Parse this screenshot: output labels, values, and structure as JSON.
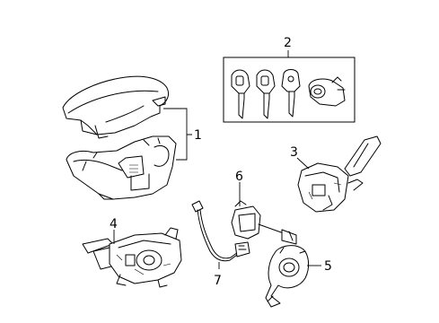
{
  "callouts": {
    "c1": "1",
    "c2": "2",
    "c3": "3",
    "c4": "4",
    "c5": "5",
    "c6": "6",
    "c7": "7"
  },
  "parts": [
    {
      "callout": "1",
      "name": "steering-column-cover"
    },
    {
      "callout": "2",
      "name": "key-and-lock-cylinder-set"
    },
    {
      "callout": "3",
      "name": "wiper-switch"
    },
    {
      "callout": "4",
      "name": "combination-switch"
    },
    {
      "callout": "5",
      "name": "clock-spring"
    },
    {
      "callout": "6",
      "name": "cruise-control-switch"
    },
    {
      "callout": "7",
      "name": "wire-harness"
    }
  ],
  "colors": {
    "line": "#000000",
    "background": "#ffffff"
  }
}
